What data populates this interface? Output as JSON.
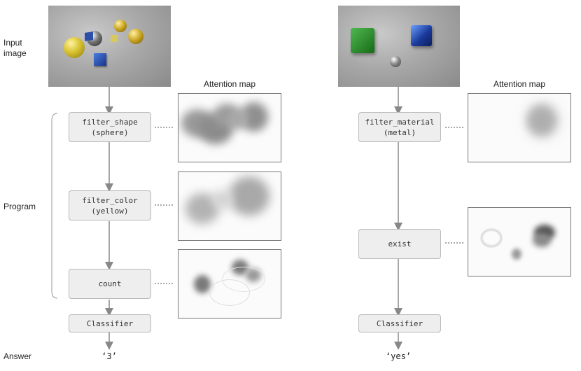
{
  "labels": {
    "input_image": "Input\nimage",
    "program": "Program",
    "answer": "Answer"
  },
  "left": {
    "attention_title": "Attention map",
    "steps": [
      {
        "line1": "filter_shape",
        "line2": "(sphere)"
      },
      {
        "line1": "filter_color",
        "line2": "(yellow)"
      },
      {
        "line1": "count",
        "line2": ""
      }
    ],
    "classifier": "Classifier",
    "answer": "‘3’"
  },
  "right": {
    "attention_title": "Attention map",
    "steps": [
      {
        "line1": "filter_material",
        "line2": "(metal)"
      },
      {
        "line1": "exist",
        "line2": ""
      }
    ],
    "classifier": "Classifier",
    "answer": "‘yes’"
  },
  "colors": {
    "arrow": "#888888",
    "box_fill": "#eeeeee",
    "box_border": "#b8b8b8",
    "attention_blob": "#6a6a6a"
  }
}
